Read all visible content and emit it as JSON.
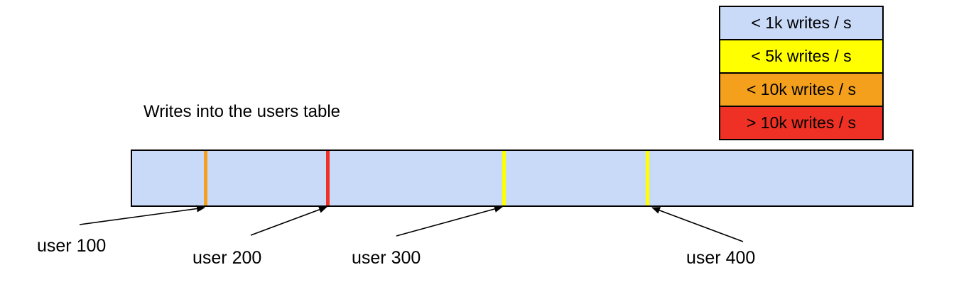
{
  "title": "Writes into the users table",
  "legend": {
    "items": [
      {
        "label": "< 1k writes / s",
        "color": "#c9daf8"
      },
      {
        "label": "< 5k writes / s",
        "color": "#ffff00"
      },
      {
        "label": "< 10k writes / s",
        "color": "#f4a01c"
      },
      {
        "label": "> 10k writes / s",
        "color": "#ee3124"
      }
    ]
  },
  "band": {
    "fill": "#c9daf8",
    "outline": "#000000"
  },
  "markers": [
    {
      "user": "user 100",
      "color": "#f4a01c",
      "rate": "< 10k writes / s"
    },
    {
      "user": "user 200",
      "color": "#ee3124",
      "rate": "> 10k writes / s"
    },
    {
      "user": "user 300",
      "color": "#ffff00",
      "rate": "< 5k writes / s"
    },
    {
      "user": "user 400",
      "color": "#ffff00",
      "rate": "< 5k writes / s"
    }
  ]
}
